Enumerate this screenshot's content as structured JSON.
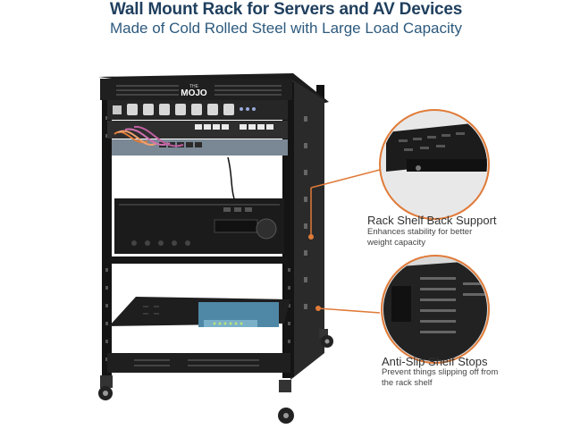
{
  "header": {
    "title": "Wall Mount Rack for Servers and AV Devices",
    "subtitle": "Made of Cold Rolled Steel with Large Load Capacity"
  },
  "brand": {
    "logo_text": "MOJO",
    "logo_small": "THE"
  },
  "features": [
    {
      "title": "Rack Shelf Back Support",
      "description": "Enhances stability for better weight capacity"
    },
    {
      "title": "Anti-Slip Shelf Stops",
      "description": "Prevent things slipping off from the rack shelf"
    }
  ],
  "colors": {
    "title_navy": "#1f3f5e",
    "subtitle_blue": "#2d5a7e",
    "accent_orange": "#e07b39",
    "text_gray": "#444444",
    "rack_black": "#1a1a1a"
  }
}
